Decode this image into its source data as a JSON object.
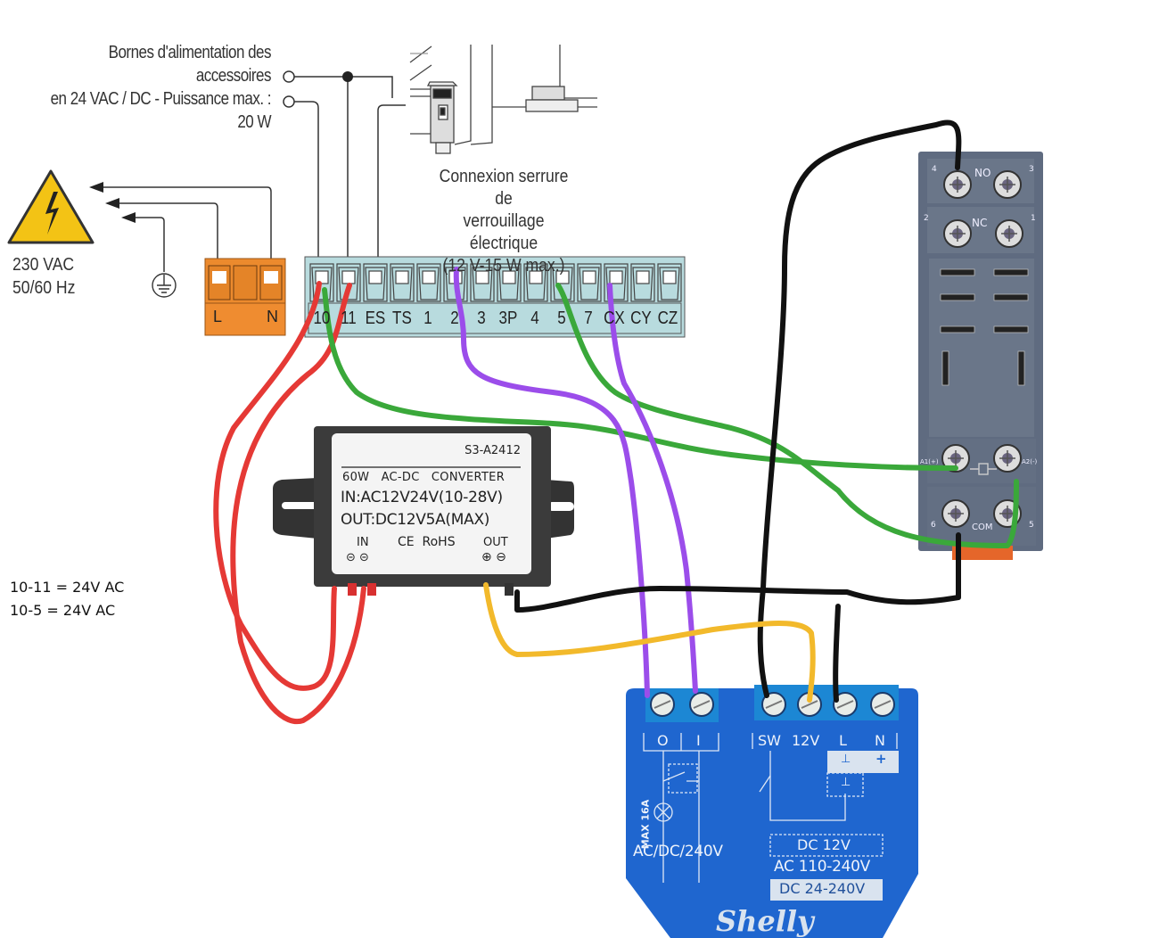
{
  "accessory_power": {
    "line1": "Bornes d'alimentation des accessoires",
    "line2": "en 24 VAC / DC - Puissance max. :",
    "line3": "20 W"
  },
  "mains": {
    "voltage": "230 VAC",
    "frequency": "50/60 Hz",
    "terminal_labels": [
      "L",
      "N"
    ],
    "icons": [
      "high-voltage-warning-icon",
      "ground-icon"
    ]
  },
  "lock": {
    "line1": "Connexion serrure de",
    "line2": "verrouillage électrique",
    "line3": "(12 V-15 W max.)"
  },
  "terminal_block": {
    "labels": [
      "10",
      "11",
      "ES",
      "TS",
      "1",
      "2",
      "3",
      "3P",
      "4",
      "5",
      "7",
      "CX",
      "CY",
      "CZ"
    ]
  },
  "converter": {
    "model": "S3-A2412",
    "title": "60W   AC-DC   CONVERTER",
    "input": "IN:AC12V24V(10-28V)",
    "output": "OUT:DC12V5A(MAX)",
    "in_label": "IN",
    "cert": "CE  RoHS",
    "out_label": "OUT"
  },
  "relay_socket": {
    "pins_top": [
      "4",
      "NO",
      "3",
      "2",
      "NC",
      "1"
    ],
    "coil_left": "A1(+)",
    "coil_right": "A2(-)",
    "pins_bottom": [
      "6",
      "COM",
      "5"
    ]
  },
  "shelly": {
    "brand": "Shelly",
    "terminals_left": [
      "O",
      "I"
    ],
    "terminals_right": [
      "SW",
      "12V",
      "L",
      "N"
    ],
    "polarity_minus": "⊥",
    "polarity_plus": "+",
    "max_rating": "MAX 16A",
    "output_voltage": "AC/DC/240V",
    "supply_dc12": "DC 12V",
    "supply_ac": "AC 110-240V",
    "supply_dc": "DC 24-240V"
  },
  "notes": {
    "line1": "10-11 = 24V AC",
    "line2": "10-5 = 24V AC"
  },
  "wire_colors": {
    "red": "#e53935",
    "green": "#3aa83a",
    "purple": "#9b4dea",
    "black": "#111111",
    "yellow": "#f2b92b"
  }
}
